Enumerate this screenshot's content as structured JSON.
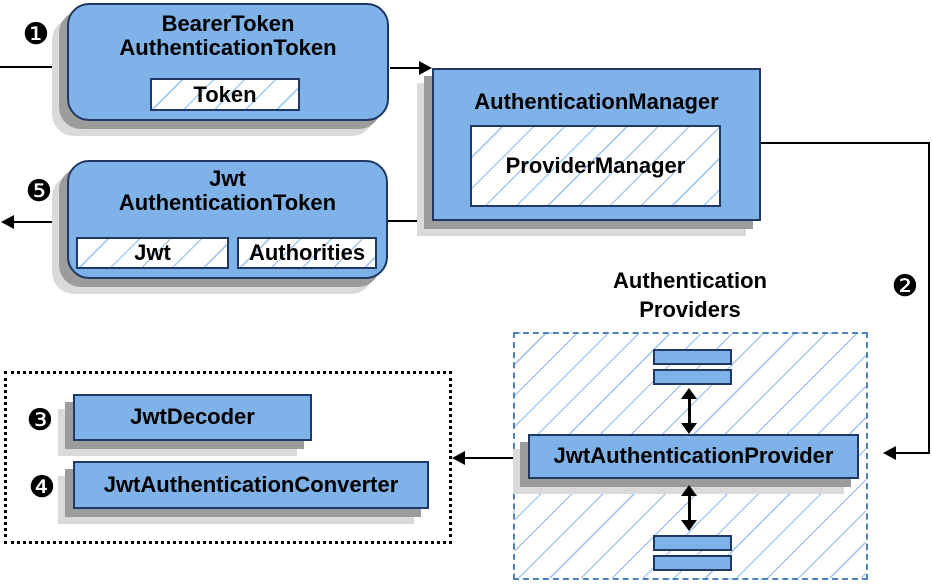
{
  "diagram": {
    "steps": {
      "s1": "❶",
      "s2": "❷",
      "s3": "❸",
      "s4": "❹",
      "s5": "❺"
    },
    "nodes": {
      "bearer_token": {
        "line1": "BearerToken",
        "line2": "AuthenticationToken",
        "field_token": "Token"
      },
      "authentication_manager": {
        "title": "AuthenticationManager",
        "field_provider_manager": "ProviderManager"
      },
      "jwt_authentication_token": {
        "line1": "Jwt",
        "line2": "AuthenticationToken",
        "field_jwt": "Jwt",
        "field_authorities": "Authorities"
      },
      "authentication_providers_heading": {
        "line1": "Authentication",
        "line2": "Providers"
      },
      "jwt_authentication_provider": {
        "label": "JwtAuthenticationProvider"
      },
      "jwt_decoder": {
        "label": "JwtDecoder"
      },
      "jwt_authentication_converter": {
        "label": "JwtAuthenticationConverter"
      }
    },
    "colors": {
      "node_fill": "#7fb2e8",
      "node_border": "#1f3864",
      "hatch_line": "#a9c9ec",
      "dashed_border": "#4d80bf",
      "shadow_dark": "#9c9c9c",
      "shadow_light": "#dadada",
      "line": "#000000",
      "text": "#000000"
    }
  }
}
